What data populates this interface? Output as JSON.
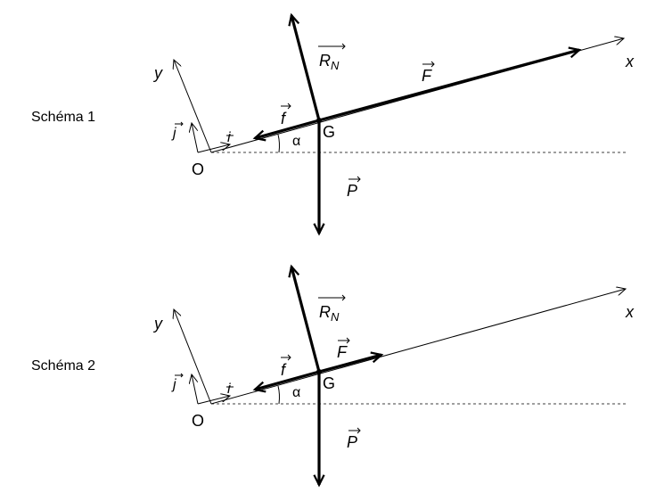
{
  "schemas": [
    {
      "caption": "Schéma 1",
      "labels": {
        "x_axis": "x",
        "y_axis": "y",
        "origin": "O",
        "i_vec": "i",
        "j_vec": "j",
        "angle": "α",
        "point": "G",
        "rn": "R",
        "rn_sub": "N",
        "f_big": "F",
        "f_small": "f",
        "p": "P"
      }
    },
    {
      "caption": "Schéma 2",
      "labels": {
        "x_axis": "x",
        "y_axis": "y",
        "origin": "O",
        "i_vec": "i",
        "j_vec": "j",
        "angle": "α",
        "point": "G",
        "rn": "R",
        "rn_sub": "N",
        "f_big": "F",
        "f_small": "f",
        "p": "P"
      }
    }
  ]
}
